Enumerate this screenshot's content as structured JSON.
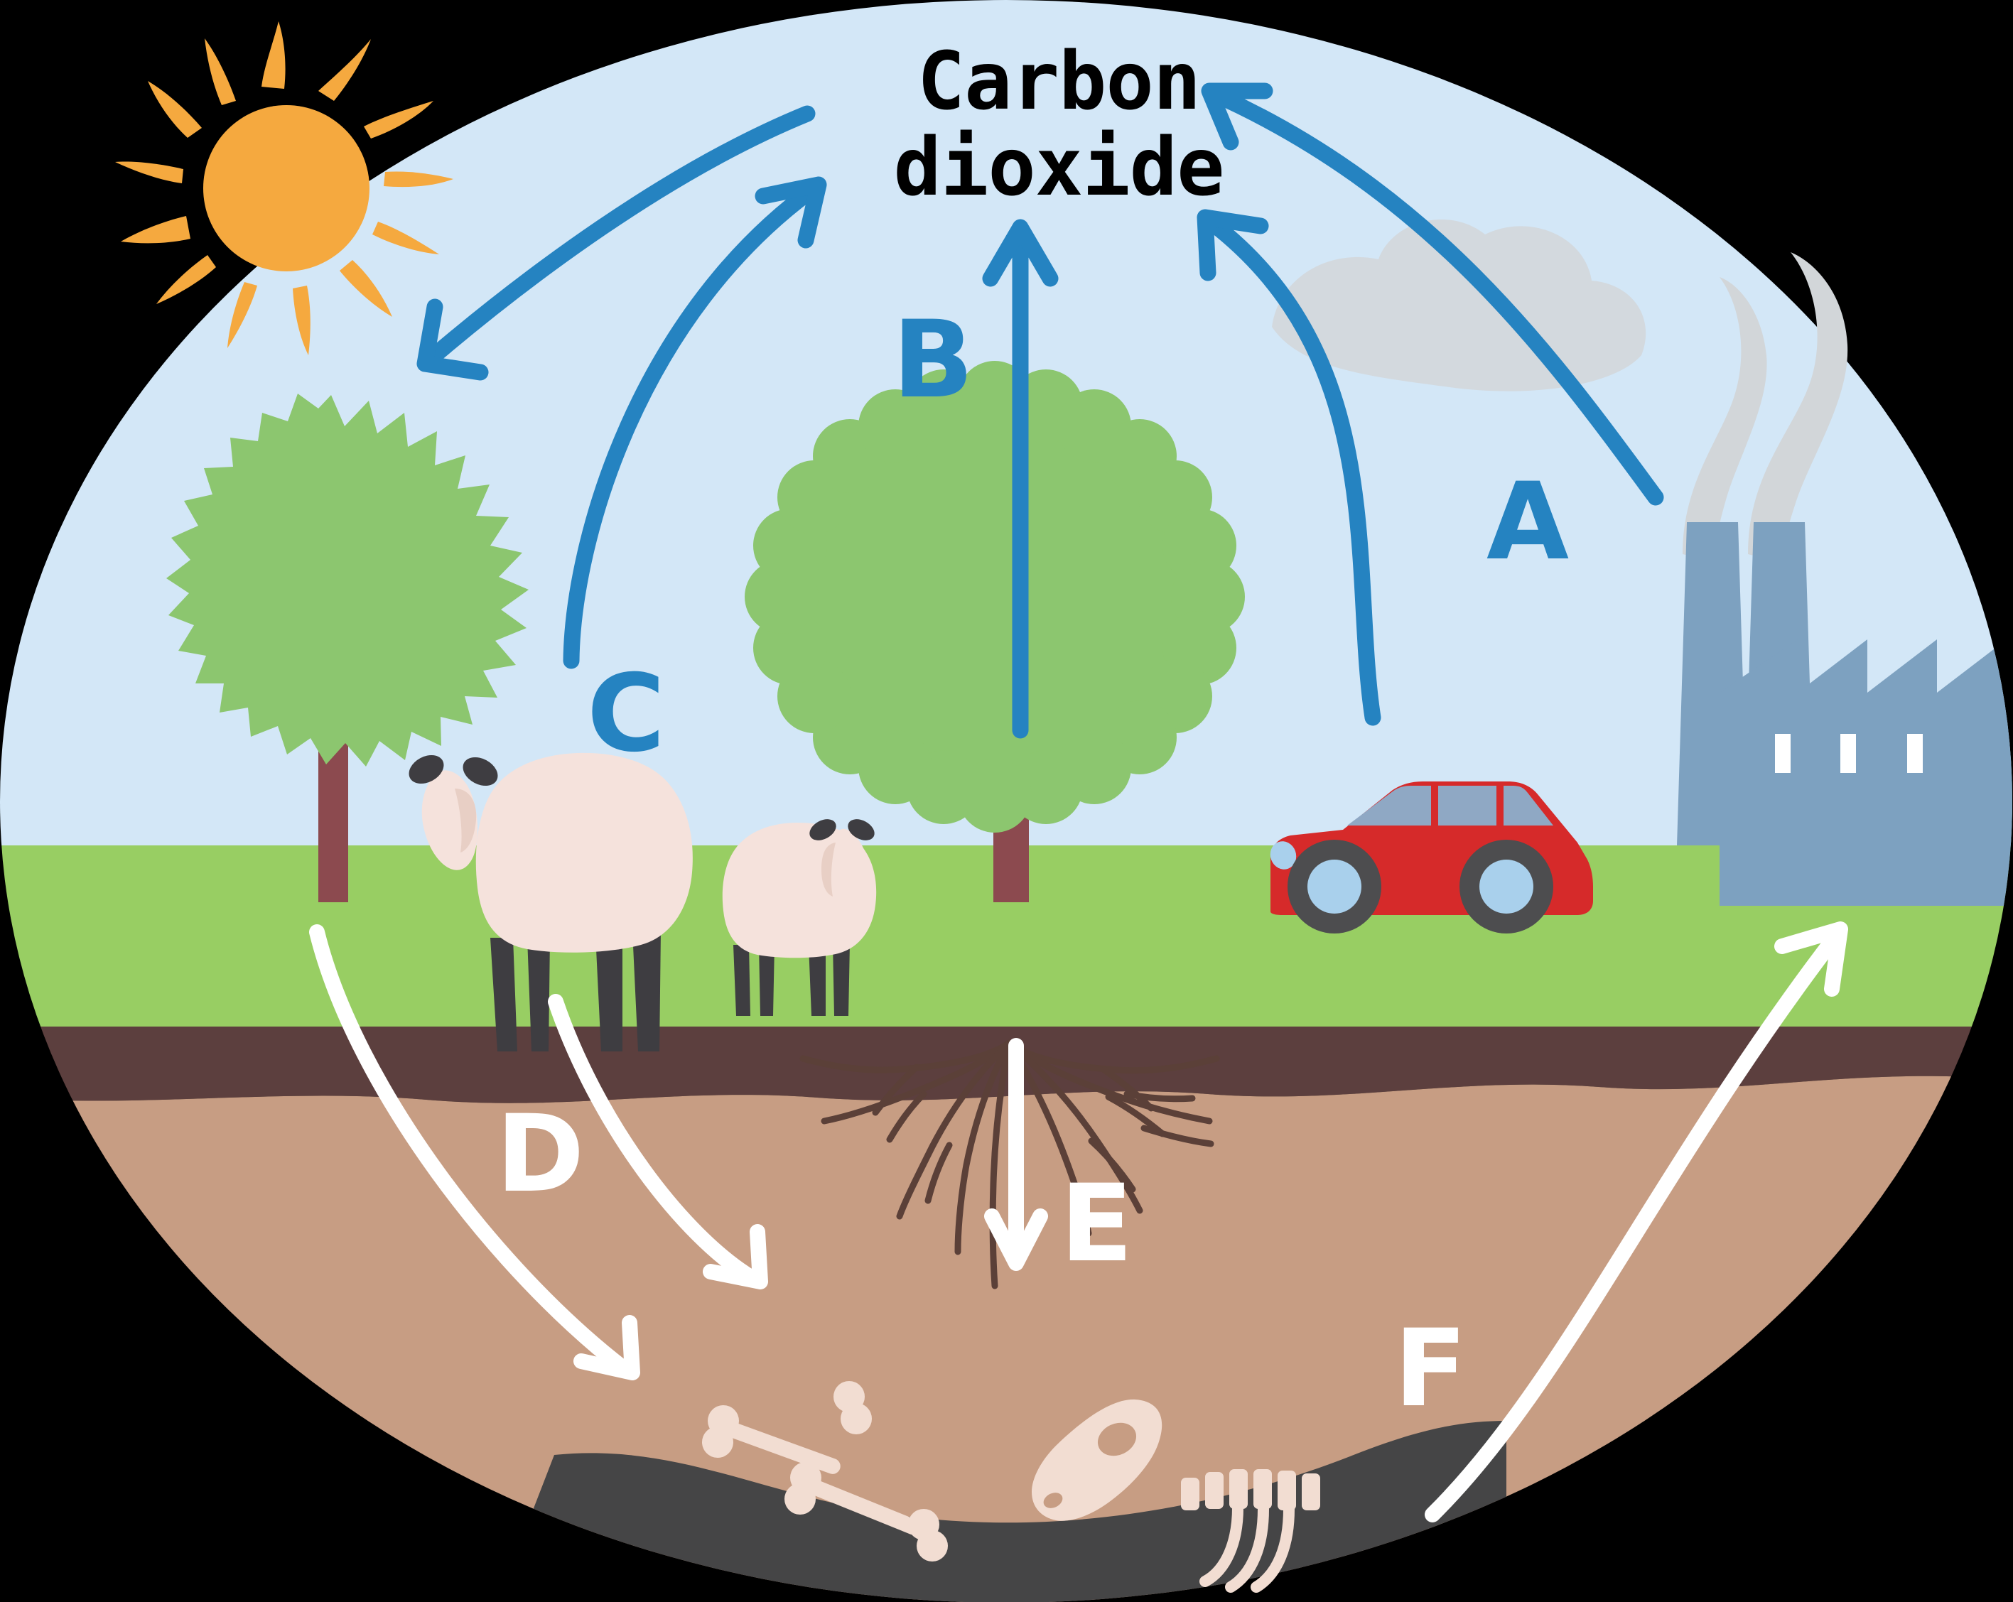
{
  "diagram": {
    "title_line1": "Carbon",
    "title_line2": "dioxide",
    "subject": "carbon-cycle",
    "colors": {
      "sky": "#D3E7F7",
      "grass": "#98CE63",
      "soil": "#C79D83",
      "soil_top": "#5C3F3E",
      "fossil_layer": "#454546",
      "arrow_blue": "#2583C1",
      "arrow_white": "#FFFFFF",
      "tree_canopy": "#8CC66F",
      "tree_trunk": "#8C4A4F",
      "sun": "#F5A93F",
      "car_body": "#D62A2A",
      "car_window": "#8FA8C4",
      "factory": "#7DA1C0",
      "smoke": "#D2D6D9",
      "sheep_wool": "#F5E2DC",
      "sheep_legs": "#3E3D41",
      "bone": "#F2DDD2",
      "root": "#5B4038"
    }
  },
  "labels": [
    {
      "id": "A",
      "text": "A",
      "color": "#2583C1",
      "meaning": "combustion-emissions-to-atmosphere"
    },
    {
      "id": "B",
      "text": "B",
      "color": "#2583C1",
      "meaning": "plant-respiration-to-atmosphere"
    },
    {
      "id": "C",
      "text": "C",
      "color": "#2583C1",
      "meaning": "animal-respiration-to-atmosphere"
    },
    {
      "id": "D",
      "text": "D",
      "color": "#FFFFFF",
      "meaning": "death-and-decay-into-soil"
    },
    {
      "id": "E",
      "text": "E",
      "color": "#FFFFFF",
      "meaning": "carbon-stored-in-roots"
    },
    {
      "id": "F",
      "text": "F",
      "color": "#FFFFFF",
      "meaning": "fossil-fuel-extraction-to-factory"
    }
  ],
  "elements": [
    {
      "name": "sun",
      "label": "Sun"
    },
    {
      "name": "tree-left",
      "label": "Tree (spiky canopy)"
    },
    {
      "name": "tree-right",
      "label": "Tree (wavy canopy)"
    },
    {
      "name": "sheep-large",
      "label": "Sheep (adult)"
    },
    {
      "name": "sheep-small",
      "label": "Sheep (lamb)"
    },
    {
      "name": "car",
      "label": "Car"
    },
    {
      "name": "factory",
      "label": "Factory"
    },
    {
      "name": "tree-roots",
      "label": "Tree roots"
    },
    {
      "name": "bones",
      "label": "Buried bones and skeleton"
    },
    {
      "name": "fossil-fuel-layer",
      "label": "Fossil fuel deposit layer"
    }
  ],
  "arrows": [
    {
      "name": "sun-to-tree-arrow",
      "color": "#2583C1",
      "from": "sun",
      "to": "tree-left",
      "label": ""
    },
    {
      "name": "photosynthesis-arrow",
      "color": "#2583C1",
      "from": "tree-left",
      "to": "carbon-dioxide",
      "label": "C"
    },
    {
      "name": "plant-respiration-arrow",
      "color": "#2583C1",
      "from": "tree-right",
      "to": "carbon-dioxide",
      "label": "B"
    },
    {
      "name": "car-emission-arrow",
      "color": "#2583C1",
      "from": "car",
      "to": "carbon-dioxide",
      "label": "A"
    },
    {
      "name": "factory-emission-arrow",
      "color": "#2583C1",
      "from": "factory",
      "to": "carbon-dioxide",
      "label": "A"
    },
    {
      "name": "tree-decay-arrow",
      "color": "#FFFFFF",
      "from": "tree-left",
      "to": "bones",
      "label": "D"
    },
    {
      "name": "animal-decay-arrow",
      "color": "#FFFFFF",
      "from": "sheep-large",
      "to": "soil",
      "label": "D"
    },
    {
      "name": "root-storage-arrow",
      "color": "#FFFFFF",
      "from": "tree-roots",
      "to": "soil",
      "label": "E"
    },
    {
      "name": "fossil-extraction-arrow",
      "color": "#FFFFFF",
      "from": "fossil-fuel-layer",
      "to": "factory",
      "label": "F"
    }
  ]
}
